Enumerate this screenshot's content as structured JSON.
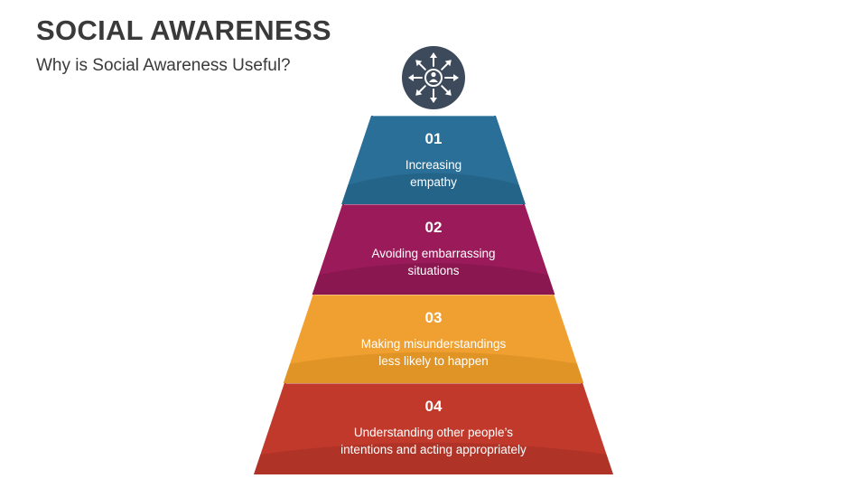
{
  "slide": {
    "title": "SOCIAL AWARENESS",
    "subtitle": "Why is Social Awareness Useful?"
  },
  "icon": {
    "name": "people-network-icon",
    "color": "#3d4a5c"
  },
  "tiers": [
    {
      "number": "01",
      "text": "Increasing\nempathy",
      "color": "#2a6f97",
      "shade": "#1f5b7d"
    },
    {
      "number": "02",
      "text": "Avoiding embarrassing\nsituations",
      "color": "#9b1b5a",
      "shade": "#7d1448"
    },
    {
      "number": "03",
      "text": "Making misunderstandings\nless likely to happen",
      "color": "#f0a030",
      "shade": "#d68a1f"
    },
    {
      "number": "04",
      "text": "Understanding other people’s\nintentions and acting appropriately",
      "color": "#c0392b",
      "shade": "#a33025"
    }
  ]
}
